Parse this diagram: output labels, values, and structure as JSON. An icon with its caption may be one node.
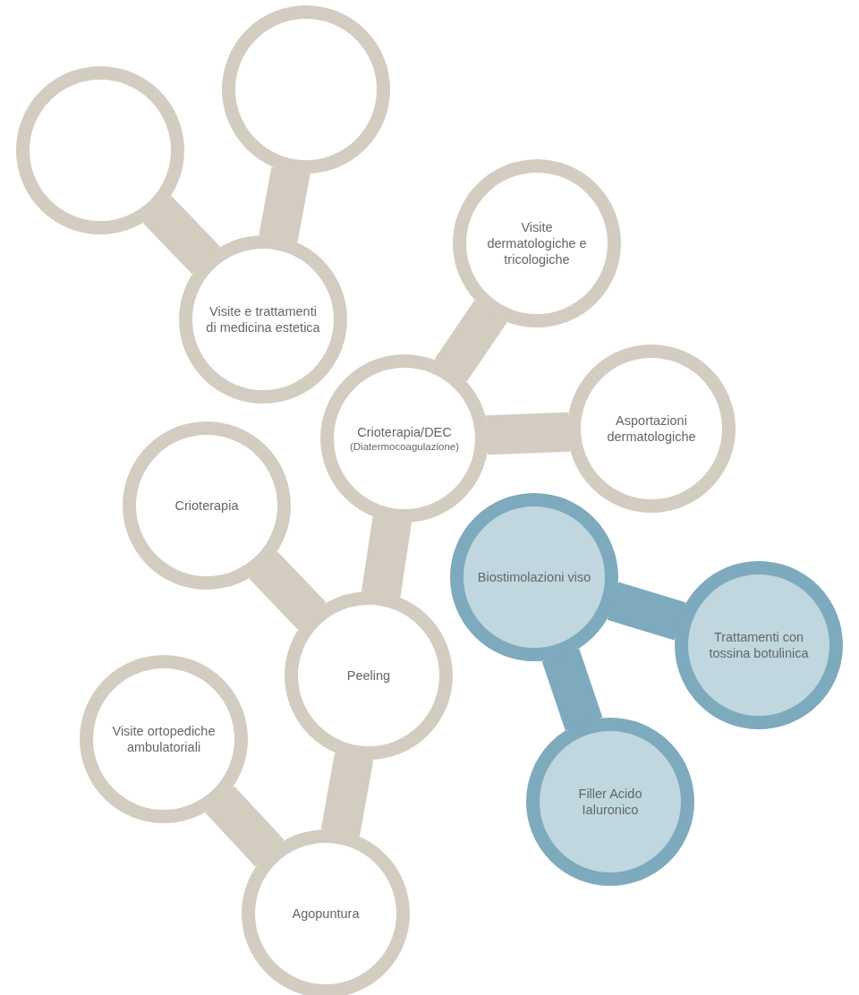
{
  "diagram": {
    "nodes": [
      {
        "text": [],
        "shape": "circle"
      },
      {
        "text": [],
        "shape": "circle"
      },
      {
        "text": [
          "Visite e trattamenti di medicina estetica"
        ]
      },
      {
        "text": [
          "Visite dermatologiche e tricologiche"
        ]
      },
      {
        "text": [
          "Crioterapia/DEC",
          "(Diatermocoagulazione)"
        ]
      },
      {
        "text": [
          "Asportazioni dermatologiche"
        ]
      },
      {
        "text": [
          "Crioterapia"
        ]
      },
      {
        "text": [
          "Peeling"
        ]
      },
      {
        "text": [
          "Biostimolazioni viso"
        ]
      },
      {
        "text": [
          "Trattamenti con tossina botulinica"
        ]
      },
      {
        "text": [
          "Visite ortopediche ambulatoriali"
        ]
      },
      {
        "text": [
          "Filler Acido Ialuronico"
        ]
      },
      {
        "text": [
          "Agopuntura"
        ]
      }
    ],
    "edges": [
      {
        "from": 0,
        "to": 2,
        "arrow": "none"
      },
      {
        "from": 1,
        "to": 2,
        "arrow": "none"
      },
      {
        "from": 3,
        "to": 4,
        "arrow": "none"
      },
      {
        "from": 4,
        "to": 5,
        "arrow": "none"
      },
      {
        "from": 4,
        "to": 7,
        "arrow": "none"
      },
      {
        "from": 6,
        "to": 7,
        "arrow": "none"
      },
      {
        "from": 8,
        "to": 9,
        "arrow": "none",
        "color": "#7eaabd"
      },
      {
        "from": 8,
        "to": 11,
        "arrow": "none",
        "color": "#7eaabd"
      },
      {
        "from": 7,
        "to": 12,
        "arrow": "none"
      },
      {
        "from": 10,
        "to": 12,
        "arrow": "none"
      }
    ]
  }
}
